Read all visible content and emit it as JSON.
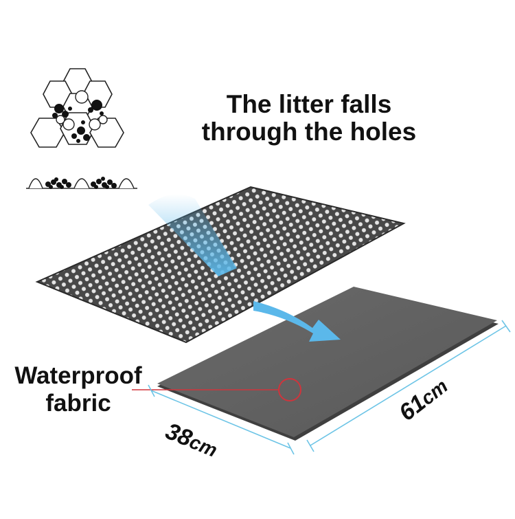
{
  "headline": {
    "line1": "The litter falls",
    "line2": "through the holes"
  },
  "fabric_label": {
    "line1": "Waterproof",
    "line2": "fabric"
  },
  "dimensions": {
    "short_value": "38",
    "short_unit": "cm",
    "long_value": "61",
    "long_unit": "cm"
  },
  "colors": {
    "mesh": "#4a4a4a",
    "fabric": "#5e5e5e",
    "arrow": "#5bb8ea",
    "dimension_line": "#6cc4e6",
    "marker": "#d0343c"
  },
  "icons": [
    "honeycomb-icon",
    "litter-cross-section-icon",
    "flow-arrow-icon",
    "detail-marker-icon"
  ]
}
